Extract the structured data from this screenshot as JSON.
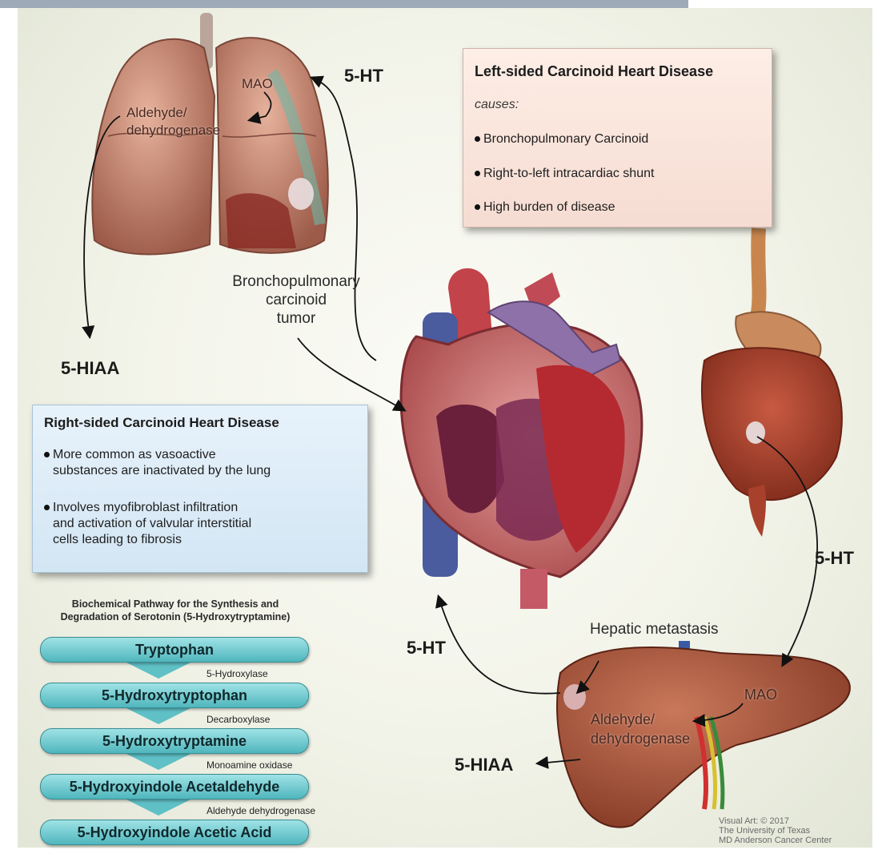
{
  "labels": {
    "top_5ht": "5-HT",
    "mao_lung": "MAO",
    "aldehyde_lung_1": "Aldehyde/",
    "aldehyde_lung_2": "dehydrogenase",
    "hiaa_left": "5-HIAA",
    "broncho_1": "Bronchopulmonary",
    "broncho_2": "carcinoid",
    "broncho_3": "tumor",
    "right_5ht": "5-HT",
    "hepatic": "Hepatic metastasis",
    "bottom_5ht": "5-HT",
    "mao_liver": "MAO",
    "aldehyde_liver_1": "Aldehyde/",
    "aldehyde_liver_2": "dehydrogenase",
    "hiaa_bottom": "5-HIAA"
  },
  "left_box": {
    "title": "Left-sided Carcinoid Heart Disease",
    "subtitle": "causes:",
    "items": [
      "Bronchopulmonary Carcinoid",
      "Right-to-left intracardiac shunt",
      "High burden of disease"
    ]
  },
  "right_box": {
    "title": "Right-sided Carcinoid Heart Disease",
    "item1": [
      "More common as vasoactive",
      "substances are inactivated by the lung"
    ],
    "item2": [
      "Involves myofibroblast infiltration",
      "and activation of valvular interstitial",
      "cells leading to fibrosis"
    ]
  },
  "pathway": {
    "title_1": "Biochemical Pathway for the Synthesis and",
    "title_2": "Degradation of Serotonin (5-Hydroxytryptamine)",
    "steps": [
      "Tryptophan",
      "5-Hydroxytryptophan",
      "5-Hydroxytryptamine",
      "5-Hydroxyindole Acetaldehyde",
      "5-Hydroxyindole Acetic Acid"
    ],
    "enzymes": [
      "5-Hydroxylase",
      "Decarboxylase",
      "Monoamine oxidase",
      "Aldehyde dehydrogenase"
    ]
  },
  "credit": [
    "Visual Art: © 2017",
    "The University of Texas",
    "MD Anderson Cancer Center"
  ],
  "colors": {
    "arrow": "#111111",
    "lung": "#c98a74",
    "heart_vein": "#4a5b9e",
    "heart_muscle": "#b0302f",
    "liver": "#9a4a30",
    "intestine": "#a8412c",
    "pill": "#5fc0c6",
    "left_box_bg": "#f8e3da",
    "right_box_bg": "#dcebf6"
  }
}
